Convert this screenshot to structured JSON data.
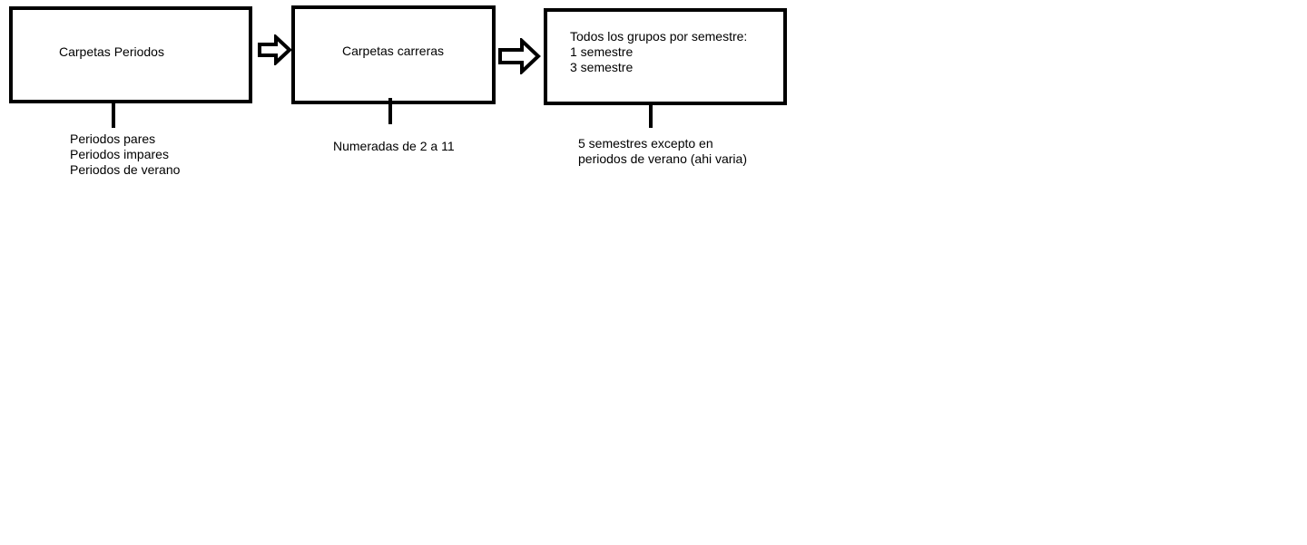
{
  "boxes": [
    {
      "id": "periodos",
      "lines": [
        "Carpetas Periodos"
      ],
      "notes": [
        "Periodos pares",
        "Periodos impares",
        "Periodos de verano"
      ]
    },
    {
      "id": "carreras",
      "lines": [
        "Carpetas carreras"
      ],
      "notes": [
        "Numeradas de 2 a 11"
      ]
    },
    {
      "id": "grupos",
      "lines": [
        "Todos los grupos por semestre:",
        "1 semestre",
        "3 semestre"
      ],
      "notes": [
        "5 semestres excepto en",
        "periodos de verano (ahi varia)"
      ]
    }
  ],
  "colors": {
    "stroke": "#000000",
    "background": "#ffffff"
  },
  "icons": {
    "arrow": "right-arrow-icon"
  }
}
